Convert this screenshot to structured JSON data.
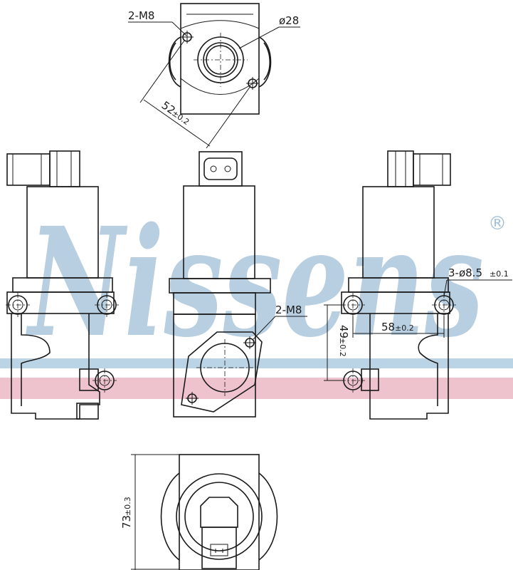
{
  "watermark": {
    "brand": "Nissens",
    "registered_mark": "®",
    "stripe_colors": [
      "#a9c9de",
      "#e7a9b8"
    ]
  },
  "labels": {
    "top_holes": "2-M8",
    "top_bore": "ø28",
    "top_spacing": "52",
    "top_spacing_tol": "±0.2",
    "front_holes": "2-M8",
    "side_holes": "3-ø8.5",
    "side_holes_tol": "±0.1",
    "side_h_dim": "58",
    "side_h_dim_tol": "±0.2",
    "side_v_dim": "49",
    "side_v_dim_tol": "±0.2",
    "bottom_height": "73",
    "bottom_height_tol": "±0.3"
  }
}
